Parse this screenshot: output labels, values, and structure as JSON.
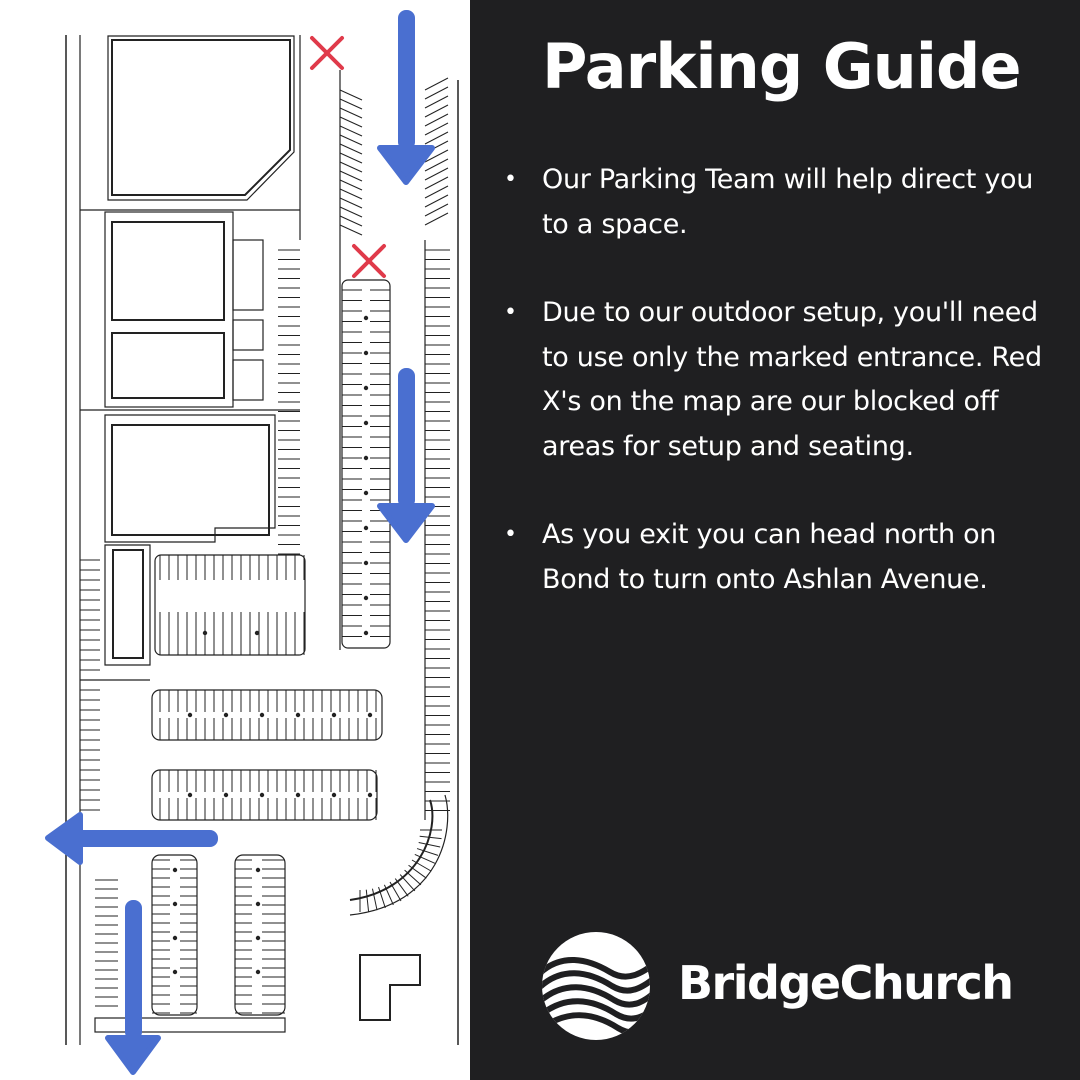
{
  "info": {
    "title": "Parking Guide",
    "bullets": [
      "Our Parking Team will help direct you to a space.",
      "Due to our outdoor setup, you'll need to use only the marked entrance. Red X's on the map are our blocked off areas for setup and seating.",
      "As you exit you can head north on Bond to turn onto Ashlan Avenue."
    ],
    "bullet_marker": "•"
  },
  "brand": {
    "name": "BridgeChurch",
    "logo_icon": "bridge-waves-logo-icon"
  },
  "map": {
    "arrow_color": "#4a6fd0",
    "blocked_marker_color": "#e03a4a",
    "line_color": "#222222",
    "blocked_markers": 2,
    "arrows": [
      "down",
      "down",
      "left",
      "down"
    ]
  },
  "colors": {
    "panel_background": "#1f1f21",
    "text": "#ffffff",
    "map_background": "#ffffff"
  }
}
